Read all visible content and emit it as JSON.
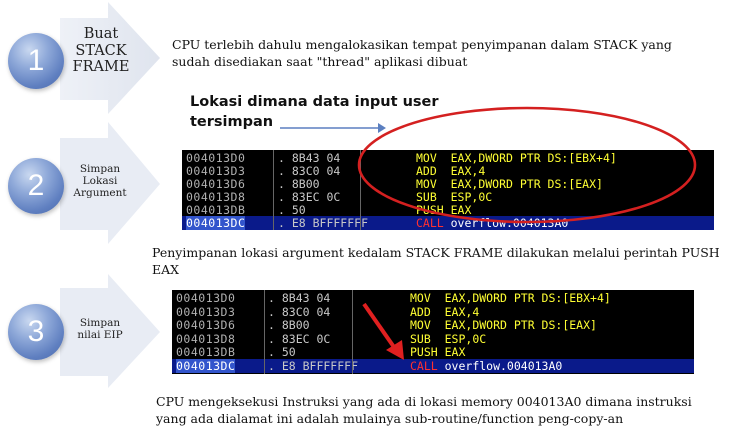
{
  "steps": [
    {
      "number": "1",
      "label": "Buat\nSTACK\nFRAME",
      "description": "CPU terlebih dahulu mengalokasikan tempat penyimpanan dalam STACK yang sudah disediakan saat \"thread\" aplikasi dibuat"
    },
    {
      "number": "2",
      "label": "Simpan\nLokasi\nArgument",
      "description": "Penyimpanan lokasi argument kedalam STACK FRAME dilakukan melalui perintah PUSH EAX"
    },
    {
      "number": "3",
      "label": "Simpan\nnilai EIP",
      "description": "CPU mengeksekusi Instruksi yang ada di lokasi memory 004013A0 dimana instruksi yang ada dialamat ini adalah mulainya sub-routine/function peng-copy-an"
    }
  ],
  "annotation": {
    "line1": "Lokasi dimana data input user",
    "line2": "tersimpan"
  },
  "code_panel_1": [
    {
      "addr": "004013D0",
      "bytes": ". 8B43 04",
      "op": "MOV",
      "args": "EAX,DWORD PTR DS:[EBX+4]"
    },
    {
      "addr": "004013D3",
      "bytes": ". 83C0 04",
      "op": "ADD",
      "args": "EAX,4"
    },
    {
      "addr": "004013D6",
      "bytes": ". 8B00",
      "op": "MOV",
      "args": "EAX,DWORD PTR DS:[EAX]"
    },
    {
      "addr": "004013D8",
      "bytes": ". 83EC 0C",
      "op": "SUB",
      "args": "ESP,0C"
    },
    {
      "addr": "004013DB",
      "bytes": ". 50",
      "op": "PUSH",
      "args": "EAX"
    },
    {
      "addr": "004013DC",
      "bytes": ". E8 BFFFFFFF",
      "op": "CALL",
      "args": "overflow.004013A0"
    }
  ],
  "code_panel_2": [
    {
      "addr": "004013D0",
      "bytes": ". 8B43 04",
      "op": "MOV",
      "args": "EAX,DWORD PTR DS:[EBX+4]"
    },
    {
      "addr": "004013D3",
      "bytes": ". 83C0 04",
      "op": "ADD",
      "args": "EAX,4"
    },
    {
      "addr": "004013D6",
      "bytes": ". 8B00",
      "op": "MOV",
      "args": "EAX,DWORD PTR DS:[EAX]"
    },
    {
      "addr": "004013D8",
      "bytes": ". 83EC 0C",
      "op": "SUB",
      "args": "ESP,0C"
    },
    {
      "addr": "004013DB",
      "bytes": ". 50",
      "op": "PUSH",
      "args": "EAX"
    },
    {
      "addr": "004013DC",
      "bytes": ". E8 BFFFFFFF",
      "op": "CALL",
      "args": "overflow.004013A0"
    }
  ],
  "colors": {
    "circle": "#6d8cc9",
    "arrow": "#e8ecf4",
    "ellipse": "#d42020",
    "annotation_arrow": "#5b7fc0",
    "red_arrow": "#e02020"
  }
}
